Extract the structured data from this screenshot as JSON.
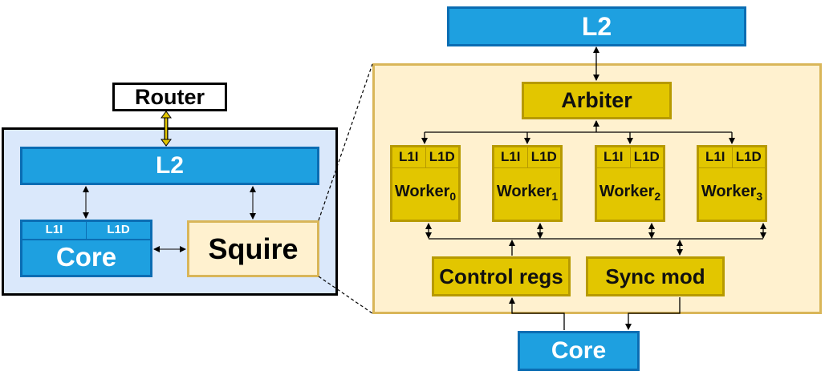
{
  "left": {
    "router": "Router",
    "l2": "L2",
    "core": {
      "label": "Core",
      "l1i": "L1I",
      "l1d": "L1D"
    },
    "squire": "Squire"
  },
  "right": {
    "l2": "L2",
    "arbiter": "Arbiter",
    "workers": [
      {
        "name": "Worker",
        "index": "0",
        "l1i": "L1I",
        "l1d": "L1D"
      },
      {
        "name": "Worker",
        "index": "1",
        "l1i": "L1I",
        "l1d": "L1D"
      },
      {
        "name": "Worker",
        "index": "2",
        "l1i": "L1I",
        "l1d": "L1D"
      },
      {
        "name": "Worker",
        "index": "3",
        "l1i": "L1I",
        "l1d": "L1D"
      }
    ],
    "control_regs": "Control regs",
    "sync_mod": "Sync mod",
    "core": "Core"
  },
  "colors": {
    "cache_blue": "#1ea0e0",
    "squire_cream": "#fff1cf",
    "unit_gold": "#e2c600",
    "tile_background": "#dae8fb",
    "router_link": "#e2c600"
  }
}
